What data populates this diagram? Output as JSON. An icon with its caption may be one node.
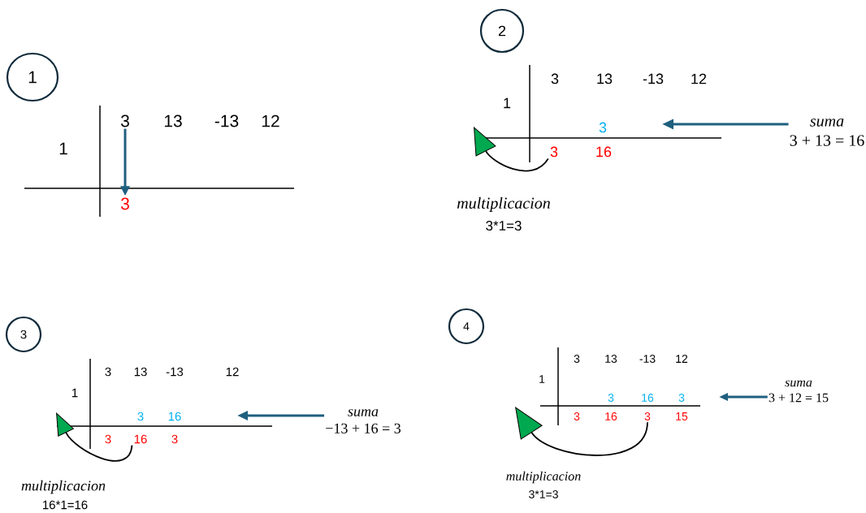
{
  "diagram": {
    "nodes": [
      {
        "text": [
          "1"
        ]
      },
      {
        "text": [
          "3"
        ]
      },
      {
        "text": [
          "3"
        ]
      },
      {
        "text": [
          "2"
        ]
      },
      {
        "text": [
          "3"
        ]
      },
      {
        "text": [
          "suma",
          "3 + 13 = 16"
        ]
      },
      {
        "text": [
          "3"
        ]
      },
      {
        "text": [
          "16"
        ]
      },
      {
        "text": [
          "suma",
          "−13 + 16 = 3"
        ]
      },
      {
        "text": [
          "4"
        ]
      },
      {
        "text": [
          "3"
        ]
      },
      {
        "text": [
          "suma",
          "3 + 12 = 15"
        ]
      }
    ],
    "edges": [
      {
        "from": 1,
        "to": 2,
        "arrow": "to",
        "color": "#1f5f7f"
      },
      {
        "from": 4,
        "to": null,
        "arrow": "to",
        "color": "#000000"
      },
      {
        "from": 5,
        "to": null,
        "arrow": "to",
        "color": "#1f5f7f"
      },
      {
        "from": 7,
        "to": null,
        "arrow": "to",
        "color": "#000000"
      },
      {
        "from": 8,
        "to": null,
        "arrow": "to",
        "color": "#1f5f7f"
      },
      {
        "from": 10,
        "to": null,
        "arrow": "to",
        "color": "#000000"
      },
      {
        "from": 11,
        "to": null,
        "arrow": "to",
        "color": "#1f5f7f"
      }
    ],
    "labels": [
      "13",
      "-13",
      "12",
      "1",
      "3",
      "13",
      "-13",
      "12",
      "1",
      "3",
      "16",
      "multiplicacion",
      "3*1=3",
      "3",
      "13",
      "-13",
      "12",
      "1",
      "3",
      "16",
      "3",
      "3",
      "multiplicacion",
      "16*1=16",
      "3",
      "13",
      "-13",
      "12",
      "1",
      "3",
      "16",
      "3",
      "3",
      "16",
      "15",
      "multiplicacion",
      "3*1=3"
    ]
  }
}
